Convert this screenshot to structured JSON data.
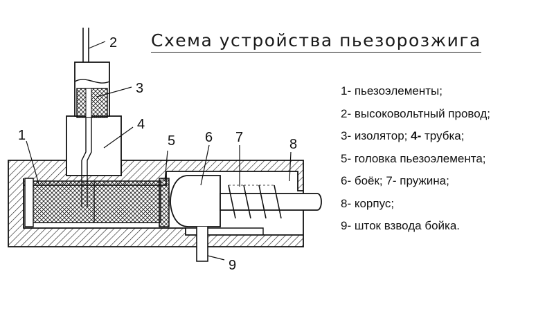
{
  "title": "Схема устройства пьезорозжига",
  "legend": [
    {
      "a": "1- пьезоэлементы;",
      "b_num": "",
      "b_text": ""
    },
    {
      "a": "2- высоковольтный провод;",
      "b_num": "",
      "b_text": ""
    },
    {
      "a": "3- изолятор;",
      "b_num": "4-",
      "b_text": "трубка;"
    },
    {
      "a": "5- головка пьезоэлемента;",
      "b_num": "",
      "b_text": ""
    },
    {
      "a": "6- боёк;",
      "b_num": "7-",
      "b_text": "пружина;"
    },
    {
      "a": "8- корпус;",
      "b_num": "",
      "b_text": ""
    },
    {
      "a": "9- шток взвода бойка.",
      "b_num": "",
      "b_text": ""
    }
  ],
  "callouts": [
    "1",
    "2",
    "3",
    "4",
    "5",
    "6",
    "7",
    "8",
    "9"
  ]
}
